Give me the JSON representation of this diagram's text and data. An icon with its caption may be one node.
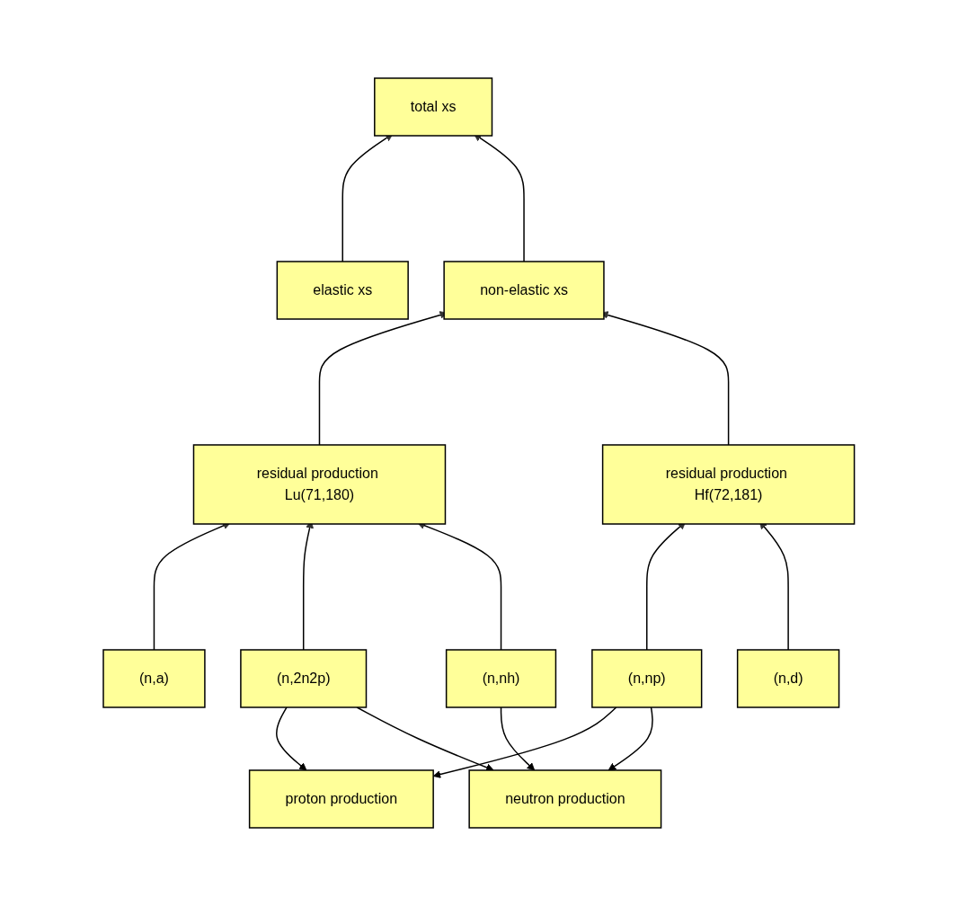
{
  "diagram": {
    "nodes": [
      {
        "text": [
          "total xs"
        ]
      },
      {
        "text": [
          "elastic xs"
        ]
      },
      {
        "text": [
          "non-elastic xs"
        ]
      },
      {
        "text": [
          "residual production Lu(71,180)"
        ]
      },
      {
        "text": [
          "residual production Hf(72,181)"
        ]
      },
      {
        "text": [
          "(n,a)"
        ]
      },
      {
        "text": [
          "(n,2n2p)"
        ]
      },
      {
        "text": [
          "(n,nh)"
        ]
      },
      {
        "text": [
          "(n,np)"
        ]
      },
      {
        "text": [
          "(n,d)"
        ]
      },
      {
        "text": [
          "proton production"
        ]
      },
      {
        "text": [
          "neutron production"
        ]
      }
    ],
    "edges": [
      {
        "from": 1,
        "to": 0,
        "arrow": "to"
      },
      {
        "from": 2,
        "to": 0,
        "arrow": "to"
      },
      {
        "from": 3,
        "to": 2,
        "arrow": "to"
      },
      {
        "from": 4,
        "to": 2,
        "arrow": "to"
      },
      {
        "from": 5,
        "to": 3,
        "arrow": "to"
      },
      {
        "from": 6,
        "to": 3,
        "arrow": "to"
      },
      {
        "from": 7,
        "to": 3,
        "arrow": "to"
      },
      {
        "from": 8,
        "to": 4,
        "arrow": "to"
      },
      {
        "from": 9,
        "to": 4,
        "arrow": "to"
      },
      {
        "from": 6,
        "to": 10,
        "arrow": "to"
      },
      {
        "from": 6,
        "to": 11,
        "arrow": "to"
      },
      {
        "from": 7,
        "to": 11,
        "arrow": "to"
      },
      {
        "from": 8,
        "to": 10,
        "arrow": "to"
      },
      {
        "from": 8,
        "to": 11,
        "arrow": "to"
      }
    ]
  }
}
